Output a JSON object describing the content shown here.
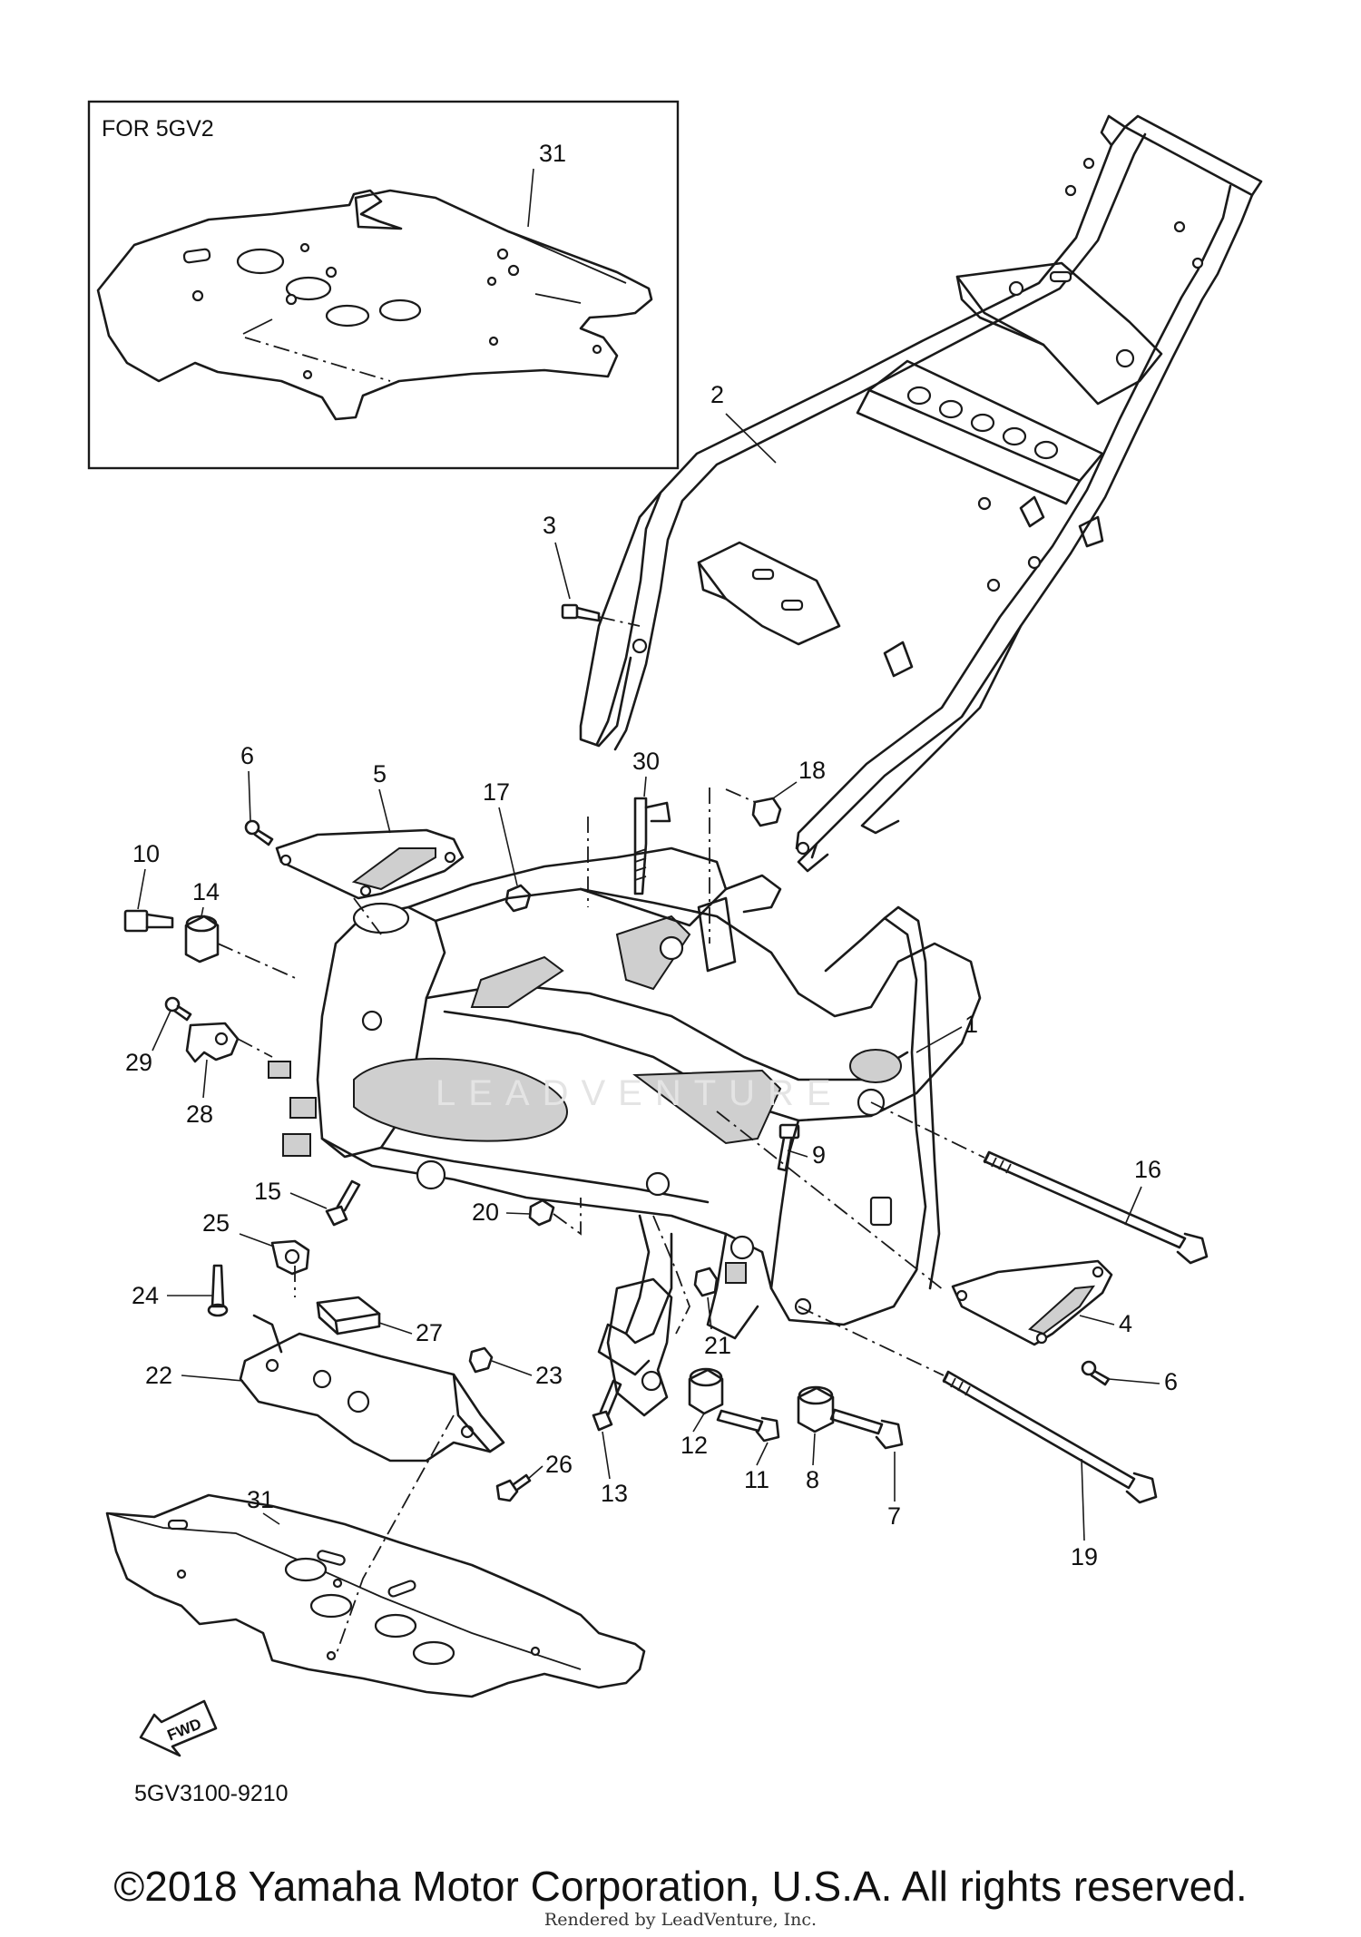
{
  "inset": {
    "title": "FOR 5GV2",
    "part_label": "31"
  },
  "parts": {
    "p1": "1",
    "p2": "2",
    "p3": "3",
    "p4": "4",
    "p5": "5",
    "p6a": "6",
    "p6b": "6",
    "p7": "7",
    "p8": "8",
    "p9": "9",
    "p10": "10",
    "p11": "11",
    "p12": "12",
    "p13": "13",
    "p14": "14",
    "p15": "15",
    "p16": "16",
    "p17": "17",
    "p18": "18",
    "p19": "19",
    "p20": "20",
    "p21": "21",
    "p22": "22",
    "p23": "23",
    "p24": "24",
    "p25": "25",
    "p26": "26",
    "p27": "27",
    "p28": "28",
    "p29": "29",
    "p30": "30",
    "p31": "31"
  },
  "fwd_label": "FWD",
  "diagram_code": "5GV3100-9210",
  "watermark": "LEADVENTURE",
  "footer": {
    "copyright": "©2018 Yamaha Motor Corporation, U.S.A. All rights reserved.",
    "rendered_by": "Rendered by LeadVenture, Inc."
  }
}
